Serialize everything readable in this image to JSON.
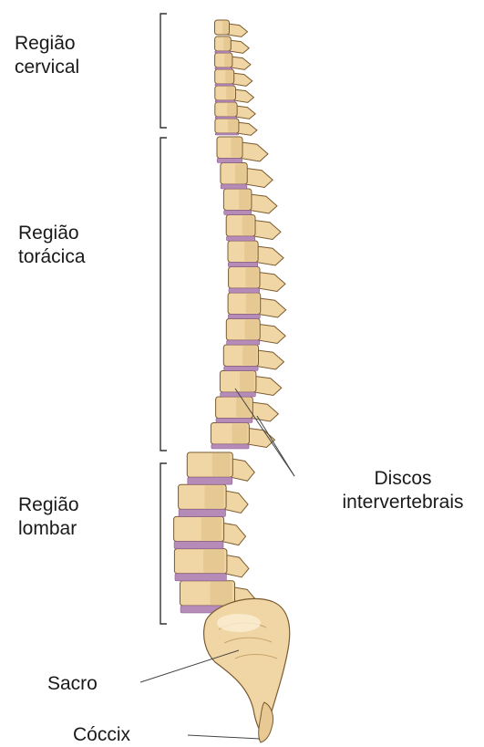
{
  "diagram": {
    "labels": {
      "cervical": [
        "Região",
        "cervical"
      ],
      "toracica": [
        "Região",
        "torácica"
      ],
      "lombar": [
        "Região",
        "lombar"
      ],
      "discos": [
        "Discos",
        "intervertebrais"
      ],
      "sacro": "Sacro",
      "coccix": "Cóccix"
    }
  },
  "colors": {
    "bone": "#f0d6a4",
    "bone_shade": "#d9b77c",
    "bone_outline": "#7a5a30",
    "disc": "#b58bb8",
    "bracket": "#333333",
    "leader_line": "#444444"
  },
  "counts": {
    "cervical_vertebrae": 7,
    "thoracic_vertebrae": 12,
    "lumbar_vertebrae": 5
  }
}
